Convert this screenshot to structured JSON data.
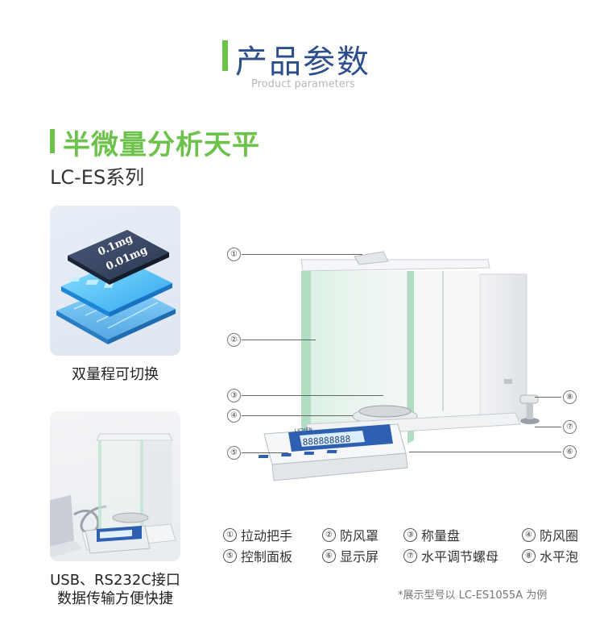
{
  "header": {
    "title_zh": "产品参数",
    "title_en": "Product parameters"
  },
  "product": {
    "name": "半微量分析天平",
    "series": "LC-ES系列"
  },
  "features": [
    {
      "caption": "双量程可切换",
      "screen_lines": [
        "0.1mg",
        "0.01mg"
      ]
    },
    {
      "caption_line1": "USB、RS232C接口",
      "caption_line2": "数据传输方便快捷"
    }
  ],
  "display": {
    "brand": "LICHEN",
    "reading": "888888888"
  },
  "callouts": [
    "①",
    "②",
    "③",
    "④",
    "⑤",
    "⑥",
    "⑦",
    "⑧"
  ],
  "legend": [
    {
      "num": "①",
      "label": "拉动把手"
    },
    {
      "num": "②",
      "label": "防风罩"
    },
    {
      "num": "③",
      "label": "称量盘"
    },
    {
      "num": "④",
      "label": "防风圈"
    },
    {
      "num": "⑤",
      "label": "控制面板"
    },
    {
      "num": "⑥",
      "label": "显示屏"
    },
    {
      "num": "⑦",
      "label": "水平调节螺母"
    },
    {
      "num": "⑧",
      "label": "水平泡"
    }
  ],
  "note": "*展示型号以 LC-ES1055A 为例",
  "colors": {
    "accent_green": "#6cc24a",
    "title_blue": "#2d4e8c"
  }
}
